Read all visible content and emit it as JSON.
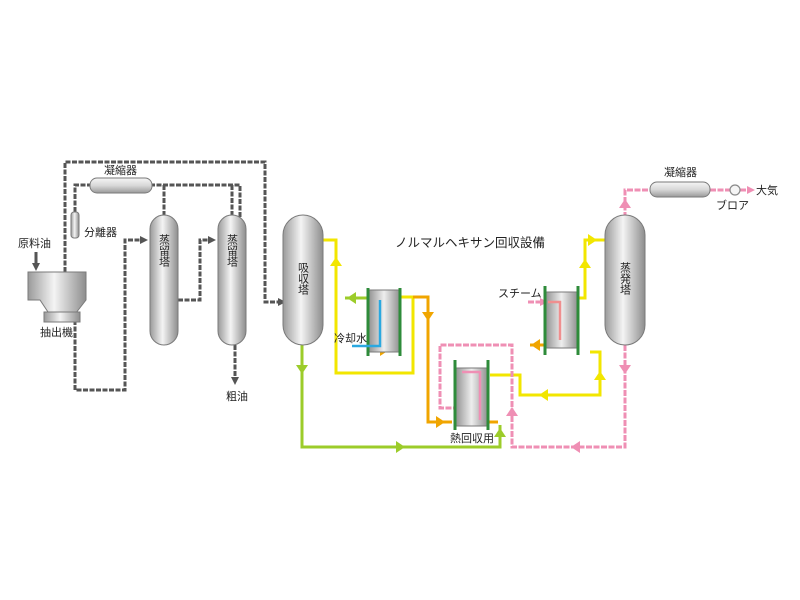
{
  "diagram": {
    "title": "ノルマルヘキサン回収設備",
    "labels": {
      "feed_oil": "原料油",
      "extractor": "抽出機",
      "separator": "分離器",
      "condenser_left": "凝縮器",
      "distillation_1": "蒸留塔",
      "distillation_2": "蒸留塔",
      "crude_oil": "粗油",
      "absorber": "吸収塔",
      "cooling_water": "冷却水",
      "heat_recovery": "熱回収用",
      "steam": "スチーム",
      "evaporator": "蒸発塔",
      "condenser_right": "凝縮器",
      "blower": "ブロア",
      "atmosphere": "大気"
    },
    "colors": {
      "process_line": "#555555",
      "lean_line": "#f2e600",
      "rich_line": "#9ccc2a",
      "hot_line": "#f0a500",
      "vent_line": "#ef8fb4",
      "exchanger_frame": "#2e8b3a",
      "cooling_water": "#2aa8e0",
      "steam": "#ef8f8f",
      "vessel": "#cfcfcf"
    }
  }
}
